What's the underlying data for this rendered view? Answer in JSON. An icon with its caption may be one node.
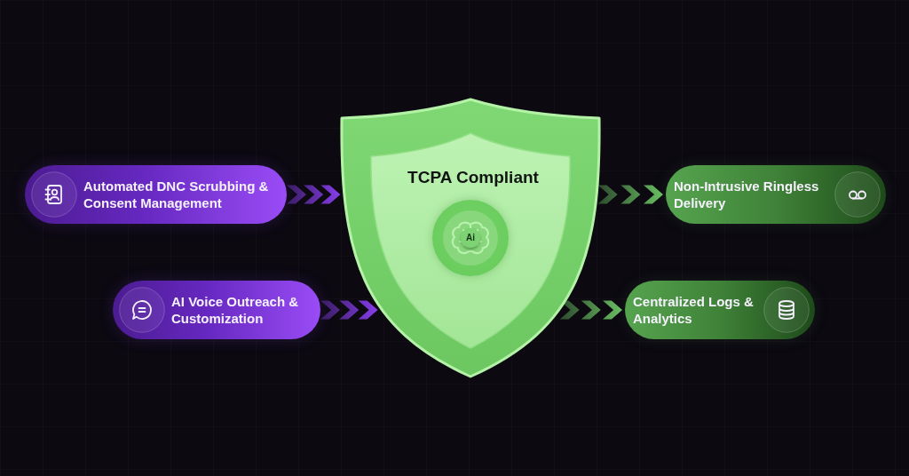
{
  "diagram": {
    "nodes": [
      {
        "text": [
          "Automated DNC Scrubbing & Consent Management"
        ]
      },
      {
        "text": [
          "AI Voice Outreach & Customization"
        ]
      },
      {
        "text": [
          "TCPA Compliant"
        ]
      },
      {
        "text": [
          "Ai"
        ],
        "in": 2
      },
      {
        "text": [
          "Non-Intrusive Ringless Delivery"
        ]
      },
      {
        "text": [
          "Centralized Logs & Analytics"
        ]
      }
    ],
    "edges": [
      {
        "from": 0,
        "to": 2,
        "arrow": "to",
        "color": "#8b3ff2"
      },
      {
        "from": 1,
        "to": 2,
        "arrow": "to",
        "color": "#8b3ff2"
      },
      {
        "from": 2,
        "to": 4,
        "arrow": "to",
        "color": "#6cc464"
      },
      {
        "from": 2,
        "to": 5,
        "arrow": "to",
        "color": "#6cc464"
      }
    ]
  }
}
